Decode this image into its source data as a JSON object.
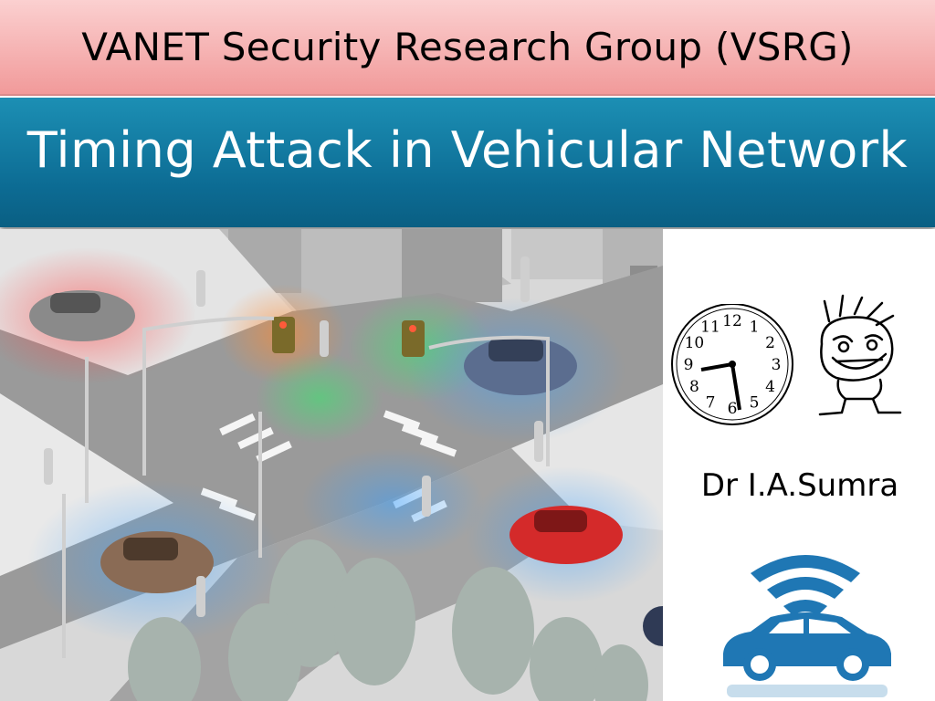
{
  "header": {
    "group_title": "VANET Security Research Group (VSRG)"
  },
  "title": {
    "main": "Timing Attack in Vehicular Network"
  },
  "author": {
    "name": "Dr I.A.Sumra"
  },
  "clock": {
    "numbers": [
      "12",
      "1",
      "2",
      "3",
      "4",
      "5",
      "6",
      "7",
      "8",
      "9",
      "10",
      "11"
    ]
  },
  "colors": {
    "header_bg": "#f4a6a6",
    "title_bg": "#0e739a",
    "wifi_car": "#1f77b4"
  },
  "images": {
    "scene": "intersection-vehicles-image",
    "clock": "clock-illustration",
    "cartoon": "cartoon-kid-illustration",
    "connected_car": "connected-car-icon"
  }
}
